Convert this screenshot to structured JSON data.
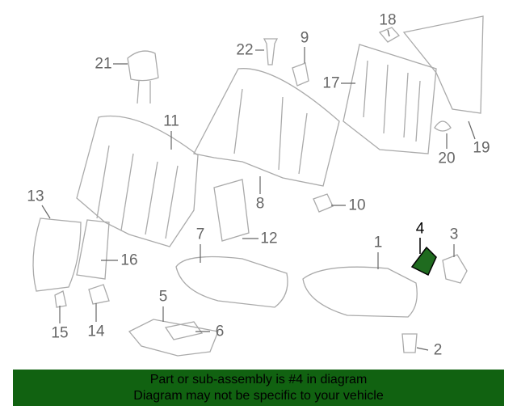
{
  "diagram": {
    "highlight_color": "#1f6b1f",
    "callouts": [
      {
        "id": "18",
        "text": "18"
      },
      {
        "id": "22",
        "text": "22"
      },
      {
        "id": "9",
        "text": "9"
      },
      {
        "id": "21",
        "text": "21"
      },
      {
        "id": "17",
        "text": "17"
      },
      {
        "id": "11",
        "text": "11"
      },
      {
        "id": "20",
        "text": "20"
      },
      {
        "id": "19",
        "text": "19"
      },
      {
        "id": "8",
        "text": "8"
      },
      {
        "id": "10",
        "text": "10"
      },
      {
        "id": "13",
        "text": "13"
      },
      {
        "id": "7",
        "text": "7"
      },
      {
        "id": "12",
        "text": "12"
      },
      {
        "id": "1",
        "text": "1"
      },
      {
        "id": "4",
        "text": "4"
      },
      {
        "id": "3",
        "text": "3"
      },
      {
        "id": "16",
        "text": "16"
      },
      {
        "id": "5",
        "text": "5"
      },
      {
        "id": "6",
        "text": "6"
      },
      {
        "id": "15",
        "text": "15"
      },
      {
        "id": "14",
        "text": "14"
      },
      {
        "id": "2",
        "text": "2"
      }
    ]
  },
  "banner": {
    "line1": "Part or sub-assembly is #4 in diagram",
    "line2": "Diagram may not be specific to your vehicle",
    "color": "#116211"
  }
}
